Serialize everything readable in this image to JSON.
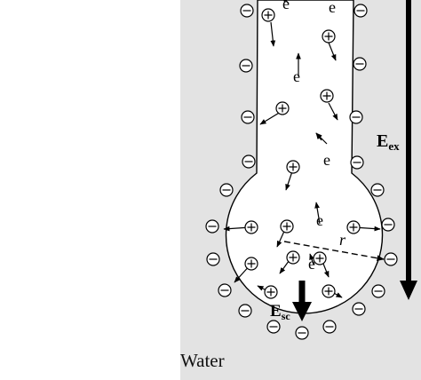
{
  "labels": {
    "water": "Water",
    "external_field": "E",
    "external_field_sub": "ex",
    "space_charge_field": "E",
    "space_charge_field_sub": "sc",
    "radius": "r",
    "electron": "e"
  },
  "colors": {
    "panel": "#e3e3e3",
    "droplet": "#ffffff",
    "ink": "#000000"
  }
}
